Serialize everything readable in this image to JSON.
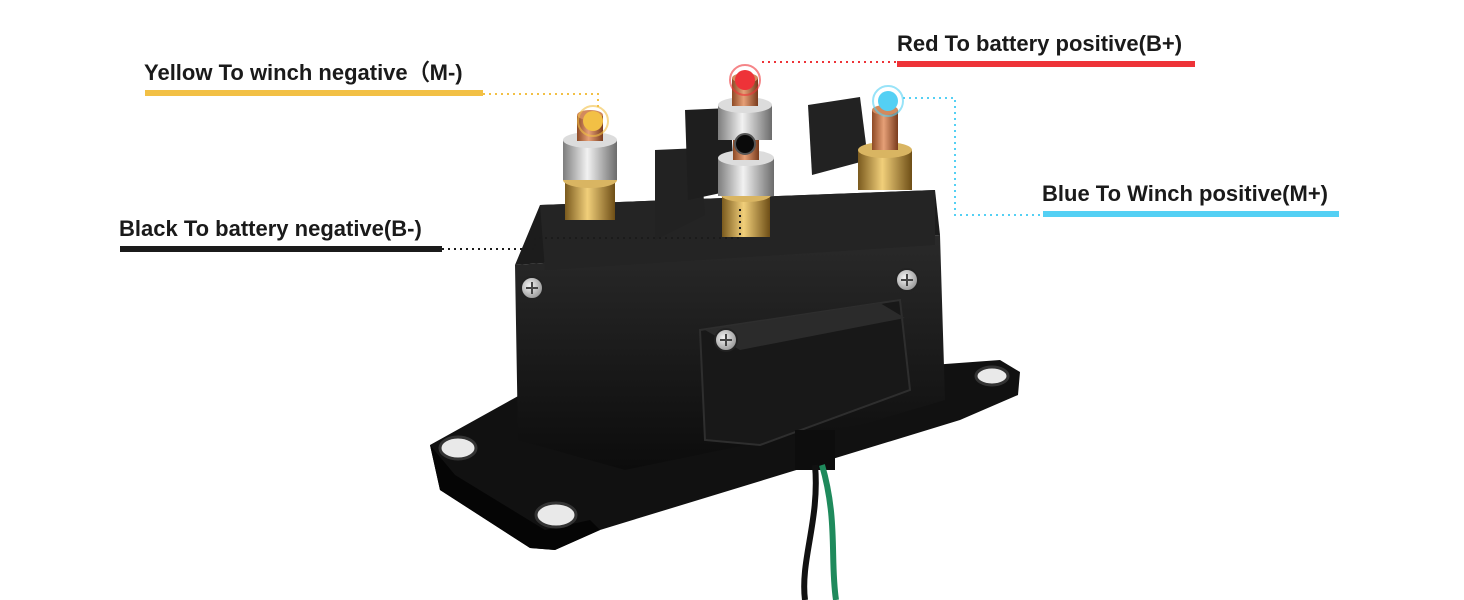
{
  "colors": {
    "yellow": "#f2c045",
    "red": "#ee3338",
    "blue": "#54d0f4",
    "black": "#1b1b1b",
    "body": "#151515",
    "copper": "#c9744a",
    "brass": "#c79a3a",
    "wire_green": "#1f8a5c"
  },
  "labels": {
    "yellow": {
      "text": "Yellow To winch negative（M-)",
      "icon": "yellow-marker-dot"
    },
    "red": {
      "text": "Red To battery positive(B+)",
      "icon": "red-marker-dot"
    },
    "blue": {
      "text": "Blue To Winch positive(M+)",
      "icon": "blue-marker-dot"
    },
    "black": {
      "text": "Black To battery negative(B-)",
      "icon": "black-marker-dot"
    }
  }
}
